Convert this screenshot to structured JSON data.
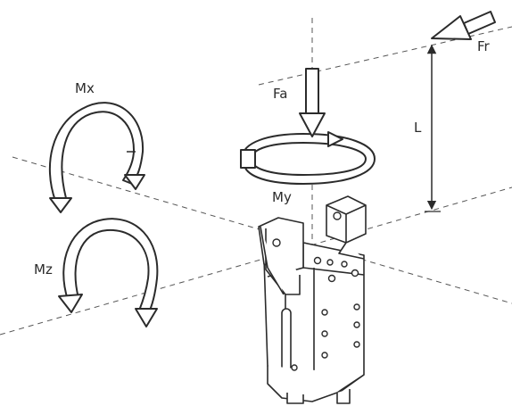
{
  "labels": {
    "mx": "Mx",
    "my": "My",
    "mz": "Mz",
    "fa": "Fa",
    "fr": "Fr",
    "l": "L"
  },
  "colors": {
    "line": "#2b2b2b",
    "fill": "#ffffff",
    "dash": "#555555"
  }
}
